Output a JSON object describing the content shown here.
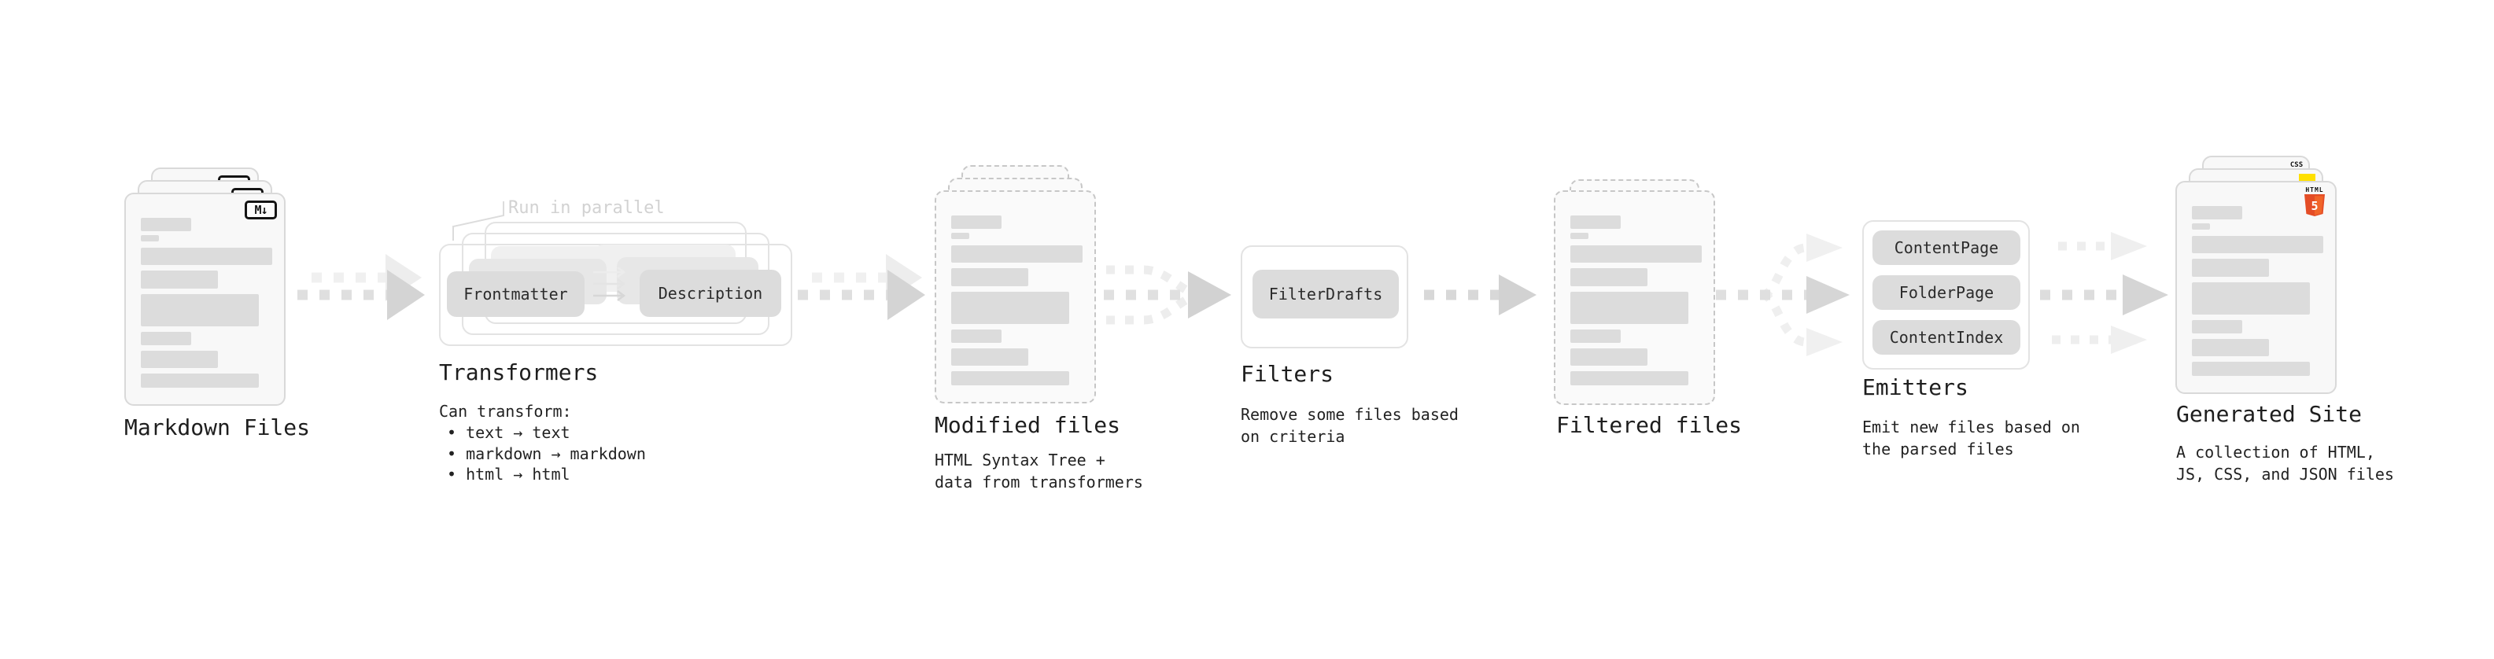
{
  "markdown_files": {
    "label": "Markdown Files",
    "file_icon": "M↓"
  },
  "transformers": {
    "label": "Transformers",
    "annotation": "Run in parallel",
    "chips": [
      "Frontmatter",
      "Description"
    ],
    "caption_heading": "Can transform:",
    "caption_bullets": [
      "• text → text",
      "• markdown → markdown",
      "• html → html"
    ]
  },
  "modified_files": {
    "label": "Modified files",
    "caption_lines": [
      "HTML Syntax Tree +",
      "data from transformers"
    ]
  },
  "filters": {
    "label": "Filters",
    "chips": [
      "FilterDrafts"
    ],
    "caption_lines": [
      "Remove some files based",
      "on criteria"
    ]
  },
  "filtered_files": {
    "label": "Filtered files"
  },
  "emitters": {
    "label": "Emitters",
    "chips": [
      "ContentPage",
      "FolderPage",
      "ContentIndex"
    ],
    "caption_lines": [
      "Emit new files based on",
      "the parsed files"
    ]
  },
  "generated_site": {
    "label": "Generated Site",
    "caption_lines": [
      "A collection of HTML,",
      "JS, CSS, and JSON files"
    ],
    "badges": {
      "html_label": "HTML",
      "html_number": "5",
      "css_label": "CSS"
    }
  },
  "colors": {
    "chip_gray": "#dcdcdc",
    "arrow_dark": "#d5d5d5",
    "arrow_light": "#efefef",
    "annotation_gray": "#d2d2d2",
    "html5_orange": "#e44d26",
    "html5_orange_light": "#f16529",
    "js_yellow": "#ffe000",
    "css_blue": "#2962ff"
  }
}
